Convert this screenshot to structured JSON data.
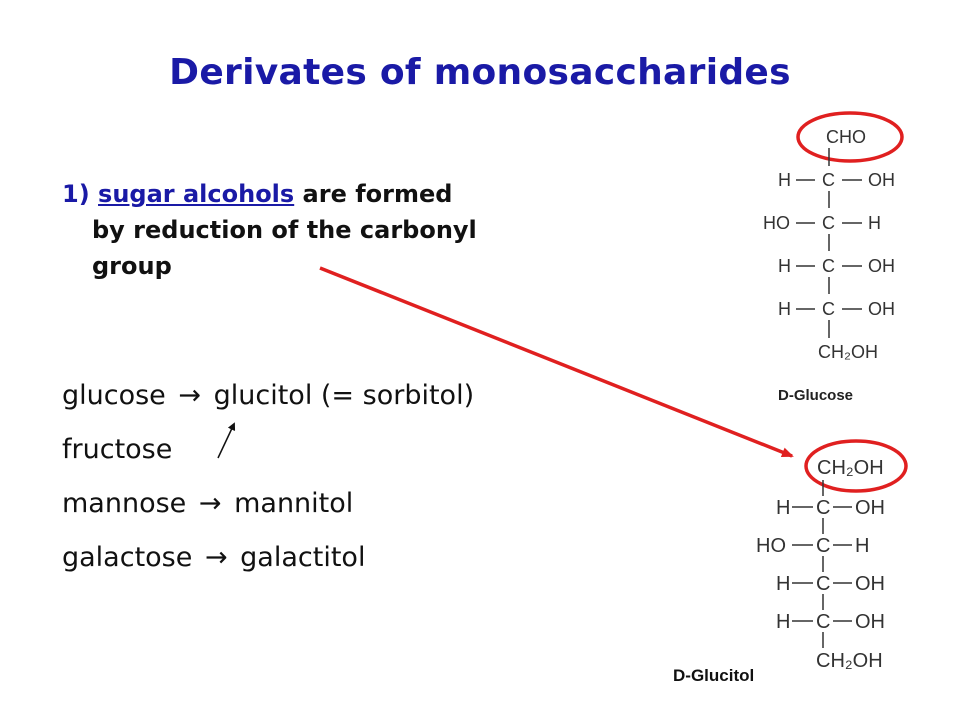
{
  "title": "Derivates of monosaccharides",
  "point": {
    "number": "1)",
    "term": "sugar alcohols",
    "text_a": " are formed",
    "text_b": "by reduction of the carbonyl",
    "text_c": "group"
  },
  "conversions": [
    {
      "from": "glucose",
      "arrow": "→",
      "to": "glucitol (= sorbitol)"
    },
    {
      "from": "fructose",
      "arrow": "",
      "to": ""
    },
    {
      "from": "mannose",
      "arrow": "→",
      "to": "mannitol"
    },
    {
      "from": "galactose",
      "arrow": "→",
      "to": "galactitol"
    }
  ],
  "glucose_structure": {
    "caption": "D-Glucose",
    "top": "CHO",
    "rows": [
      {
        "left": "H",
        "right": "OH"
      },
      {
        "left": "HO",
        "right": "H"
      },
      {
        "left": "H",
        "right": "OH"
      },
      {
        "left": "H",
        "right": "OH"
      }
    ],
    "bottom": "CH₂OH"
  },
  "glucitol_structure": {
    "caption": "D-Glucitol",
    "top": "CH₂OH",
    "rows": [
      {
        "left": "H",
        "right": "OH"
      },
      {
        "left": "HO",
        "right": "H"
      },
      {
        "left": "H",
        "right": "OH"
      },
      {
        "left": "H",
        "right": "OH"
      }
    ],
    "bottom": "CH₂OH"
  },
  "colors": {
    "title": "#1a1aa6",
    "highlight": "#e02020",
    "text": "#111111"
  }
}
